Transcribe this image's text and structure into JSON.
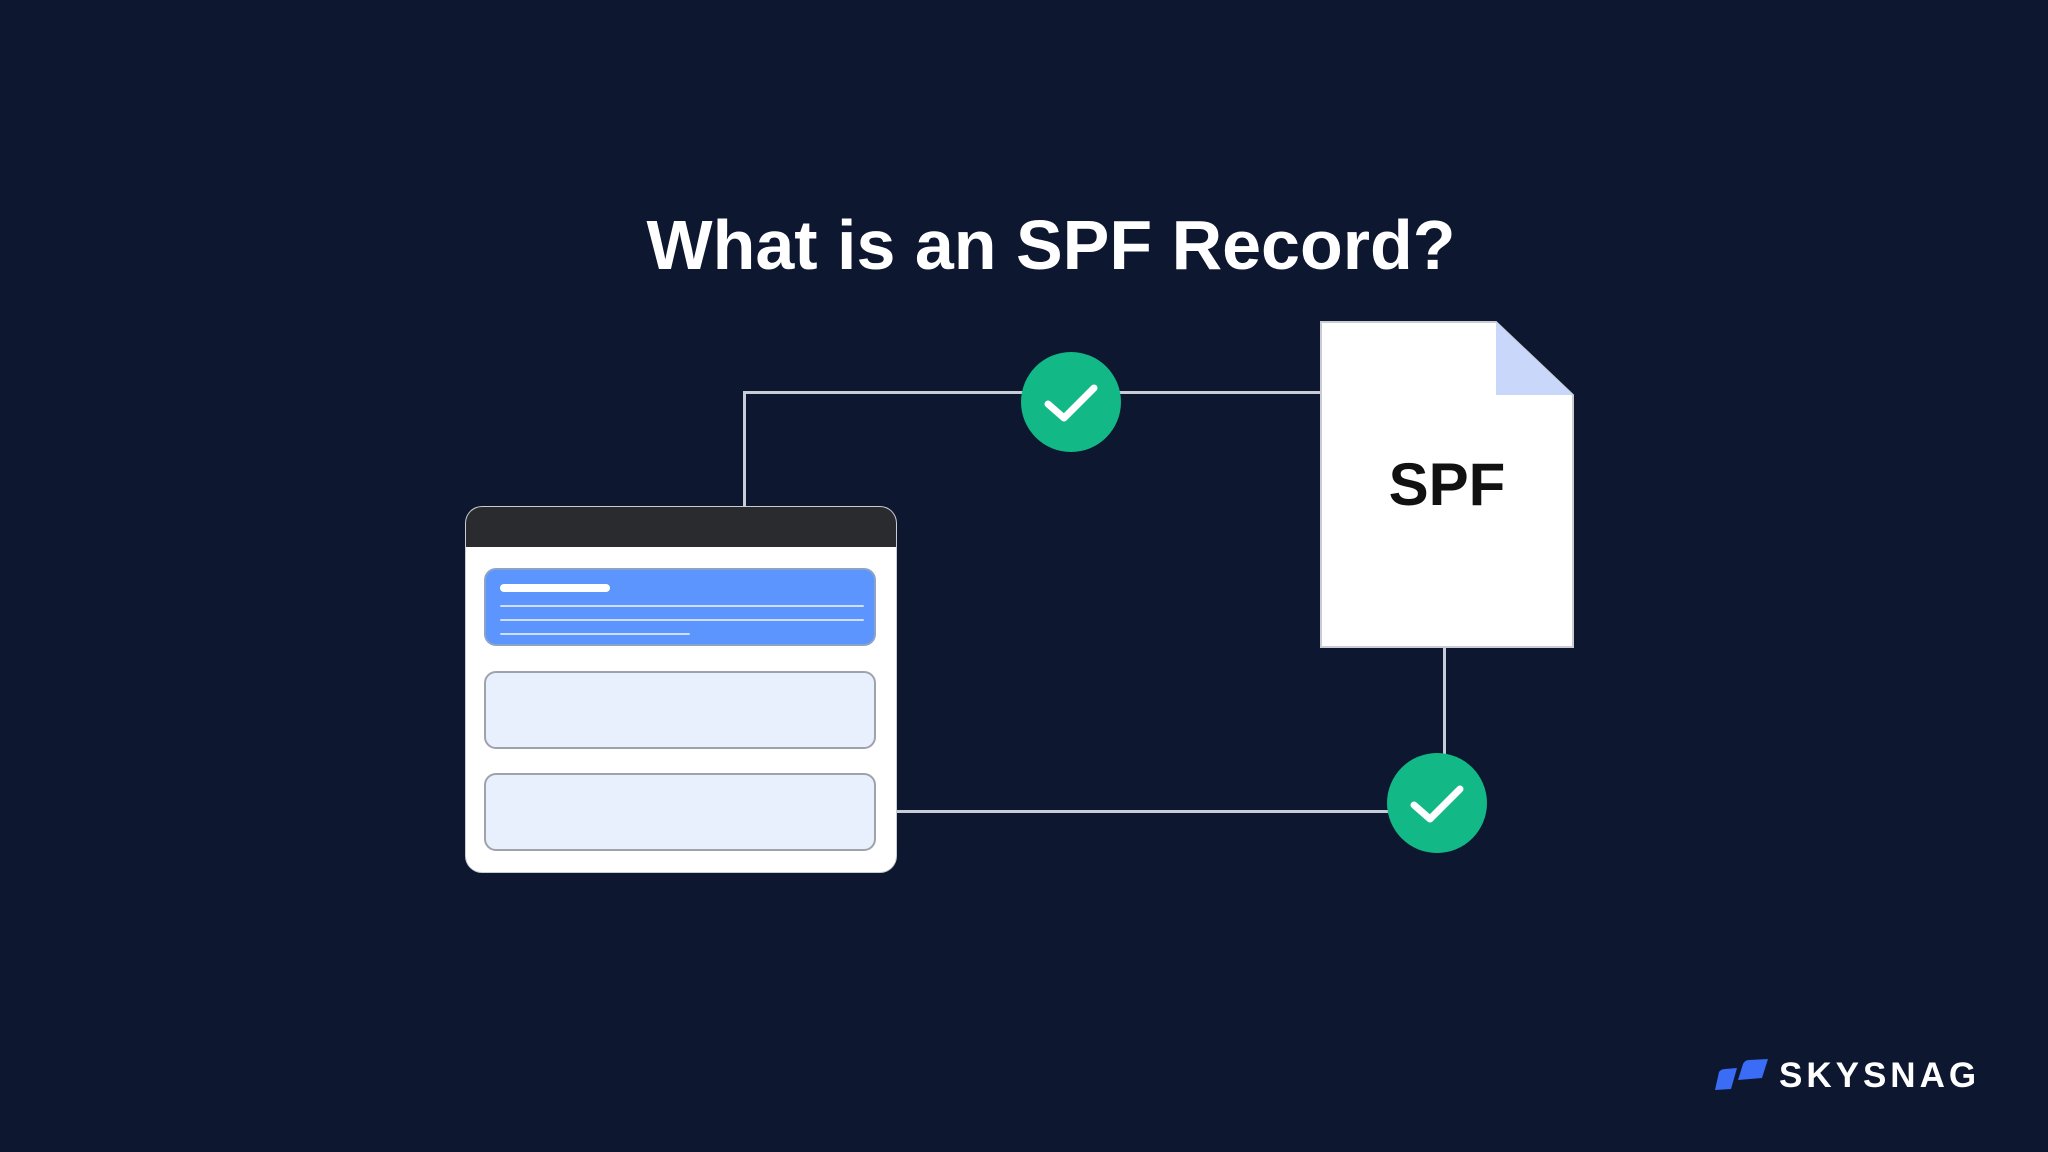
{
  "title": "What is an SPF Record?",
  "document": {
    "label": "SPF"
  },
  "brand": {
    "name": "SKYSNAG"
  },
  "colors": {
    "background": "#0e1730",
    "check": "#12b886",
    "accent": "#5b95fd",
    "brand": "#3a6cf6"
  },
  "icons": [
    "check-circle-icon",
    "document-icon",
    "browser-window-icon",
    "skysnag-logo-icon"
  ]
}
